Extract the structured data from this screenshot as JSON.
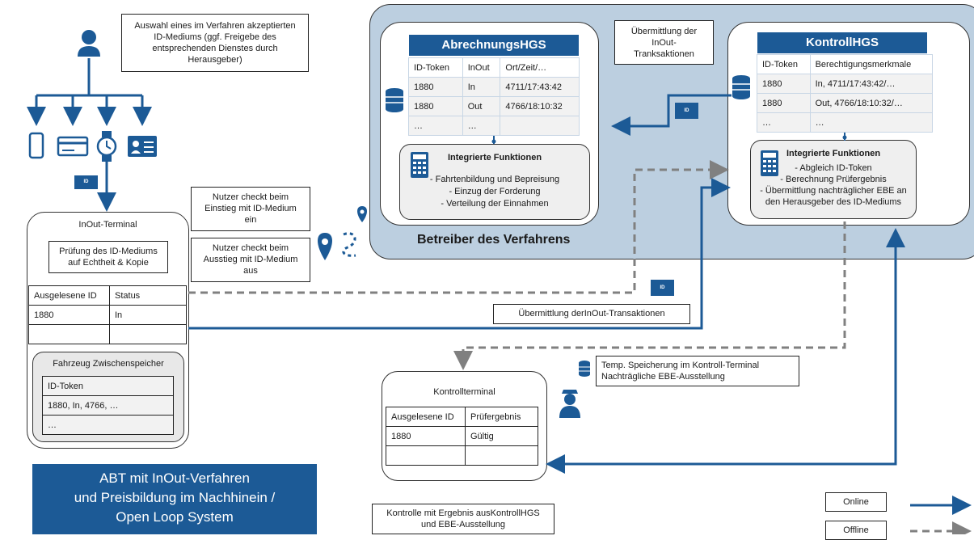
{
  "user_note": [
    "Auswahl eines im Verfahren akzeptierten",
    "ID-Mediums (ggf. Freigebe des",
    "entsprechenden Dienstes durch",
    "Herausgeber)"
  ],
  "id_badge": "ID",
  "checkin_note": [
    "Nutzer checkt beim",
    "Einstieg mit ID-Medium",
    "ein"
  ],
  "checkout_note": [
    "Nutzer checkt beim",
    "Ausstieg mit ID-Medium",
    "aus"
  ],
  "inout_terminal": {
    "title": "InOut-Terminal",
    "check_text": [
      "Prüfung des ID-Mediums",
      "auf Echtheit & Kopie"
    ],
    "table_header": [
      "Ausgelesene ID",
      "Status"
    ],
    "table_rows": [
      [
        "1880",
        "In"
      ],
      [
        "",
        ""
      ]
    ],
    "buffer_title": "Fahrzeug Zwischenspeicher",
    "buffer_rows": [
      "ID-Token",
      "1880, In, 4766, …",
      "…"
    ]
  },
  "operator": {
    "label": "Betreiber des Verfahrens",
    "transfer_note": [
      "Übermittlung der",
      "InOut-",
      "Tranksaktionen"
    ],
    "abrechnung": {
      "title": "AbrechnungsHGS",
      "header": [
        "ID-Token",
        "InOut",
        "Ort/Zeit/…"
      ],
      "rows": [
        [
          "1880",
          "In",
          "4711/17:43:42"
        ],
        [
          "1880",
          "Out",
          "4766/18:10:32"
        ],
        [
          "…",
          "…",
          ""
        ]
      ],
      "func_title": "Integrierte Funktionen",
      "func_lines": [
        "- Fahrtenbildung und Bepreisung",
        "- Einzug der Forderung",
        "- Verteilung der Einnahmen"
      ]
    },
    "kontroll": {
      "title": "KontrollHGS",
      "header": [
        "ID-Token",
        "Berechtigungsmerkmale"
      ],
      "rows": [
        [
          "1880",
          "In, 4711/17:43:42/…"
        ],
        [
          "1880",
          "Out, 4766/18:10:32/…"
        ],
        [
          "…",
          "…"
        ]
      ],
      "func_title": "Integrierte Funktionen",
      "func_lines": [
        "- Abgleich ID-Token",
        "- Berechnung Prüfergebnis",
        "- Übermittlung nachträglicher EBE an",
        "den Herausgeber des ID-Mediums"
      ]
    }
  },
  "transfer_note2": "Übermittlung derInOut-Transaktionen",
  "temp_note": [
    "Temp. Speicherung im Kontroll-Terminal",
    "Nachträgliche EBE-Ausstellung"
  ],
  "kontrollterminal": {
    "title": "Kontrollterminal",
    "header": [
      "Ausgelesene ID",
      "Prüfergebnis"
    ],
    "rows": [
      [
        "1880",
        "Gültig"
      ],
      [
        "",
        ""
      ]
    ]
  },
  "kontrolle_note": [
    "Kontrolle mit Ergebnis ausKontrollHGS",
    "und EBE-Ausstellung"
  ],
  "title_box": [
    "ABT mit InOut-Verfahren",
    "und  Preisbildung im Nachhinein /",
    "Open Loop System"
  ],
  "legend": {
    "online": "Online",
    "offline": "Offline"
  },
  "colors": {
    "accent": "#1c5a96",
    "panel": "#bccfe0",
    "offline": "#808080"
  }
}
